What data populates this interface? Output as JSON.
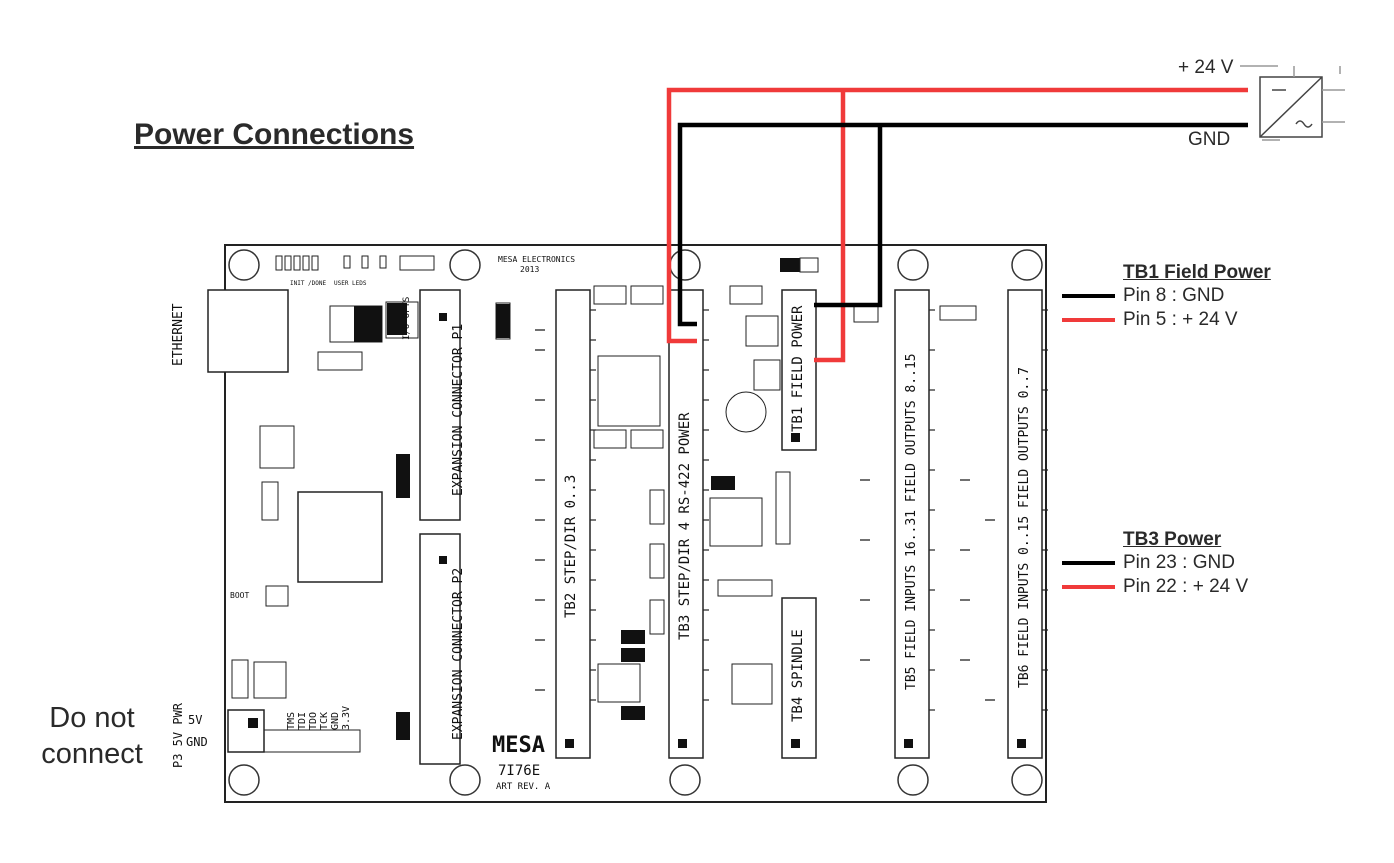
{
  "title": "Power Connections",
  "psu": {
    "v24": "+ 24 V",
    "gnd": "GND"
  },
  "tb1": {
    "heading": "TB1 Field Power",
    "pin8": "Pin 8 : GND",
    "pin5": "Pin 5 : + 24 V"
  },
  "tb3": {
    "heading": "TB3 Power",
    "pin23": "Pin 23 : GND",
    "pin22": "Pin 22 : + 24 V"
  },
  "warning": {
    "line1": "Do not",
    "line2": "connect"
  },
  "colors": {
    "wire_pos": "#f03a3a",
    "wire_gnd": "#000000",
    "board_outline": "#222222"
  },
  "board": {
    "maker": "MESA ELECTRONICS",
    "year": "2013",
    "logo": "MESA",
    "model": "7I76E",
    "rev": "ART REV. A",
    "ethernet": "ETHERNET",
    "p3_label": "P3 5V PWR",
    "p3_5v": "5V",
    "p3_gnd": "GND",
    "jtag": [
      "TMS",
      "TDI",
      "TDO",
      "TCK",
      "GND",
      "3.3V"
    ],
    "init_done": "INIT /DONE",
    "user_leds": "USER LEDS",
    "io_opts": "I/O OPTS",
    "boot": "BOOT",
    "p1": "EXPANSION CONNECTOR P1",
    "p2": "EXPANSION CONNECTOR P2",
    "tb2": "TB2 STEP/DIR 0..3",
    "tb3": "TB3 STEP/DIR 4 RS-422 POWER",
    "tb1": "TB1 FIELD POWER",
    "tb4": "TB4 SPINDLE",
    "tb5a": "TB5 FIELD INPUTS 16..31 FIELD OUTPUTS 8..15",
    "tb6a": "TB6 FIELD INPUTS 0..15 FIELD OUTPUTS 0..7"
  }
}
